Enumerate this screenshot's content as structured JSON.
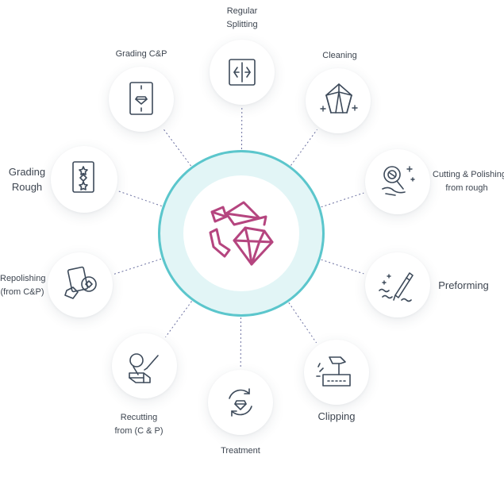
{
  "colors": {
    "accent": "#5bc6cc",
    "hub_fill": "#e2f5f6",
    "gem": "#b5457f",
    "icon": "#3d4a5a",
    "connector": "#6a6fa0"
  },
  "hub": {
    "icon": "gems-icon"
  },
  "nodes": [
    {
      "id": "regular-splitting",
      "label": [
        "Regular",
        "Splitting"
      ],
      "icon": "split-icon"
    },
    {
      "id": "cleaning",
      "label": [
        "Cleaning"
      ],
      "icon": "diamond-icon"
    },
    {
      "id": "cutting-polishing",
      "label": [
        "Cutting & Polishing",
        "from rough"
      ],
      "icon": "polishing-wheel-icon"
    },
    {
      "id": "preforming",
      "label": [
        "Preforming"
      ],
      "icon": "pen-icon"
    },
    {
      "id": "clipping",
      "label": [
        "Clipping"
      ],
      "icon": "hammer-icon"
    },
    {
      "id": "treatment",
      "label": [
        "Treatment"
      ],
      "icon": "cycle-diamond-icon"
    },
    {
      "id": "recutting",
      "label": [
        "Recutting",
        "from (C & P)"
      ],
      "icon": "recut-icon"
    },
    {
      "id": "repolishing",
      "label": [
        "Repolishing",
        "(from C&P)"
      ],
      "icon": "repolish-icon"
    },
    {
      "id": "grading-rough",
      "label": [
        "Grading",
        "Rough"
      ],
      "icon": "card-stars-icon"
    },
    {
      "id": "grading-cp",
      "label": [
        "Grading C&P"
      ],
      "icon": "card-diamond-icon"
    }
  ]
}
